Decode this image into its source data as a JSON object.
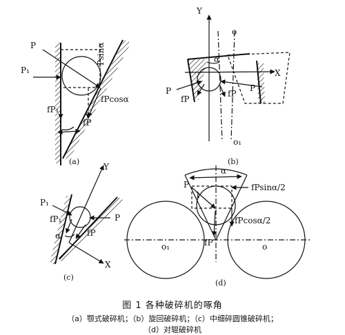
{
  "panels": {
    "a": {
      "tag": "(a)",
      "labels": {
        "p_left": "P",
        "p1": "P₁",
        "fp1": "fP₁",
        "psin": "Psinα",
        "fpcos": "fPcosα",
        "fp": "fP"
      }
    },
    "b": {
      "tag": "(b)",
      "labels": {
        "y": "Y",
        "x": "X",
        "o": "o",
        "o1": "o₁",
        "alpha": "α",
        "p_left": "P",
        "p_right": "P",
        "fp_left": "fP",
        "fp_mid": "fP"
      }
    },
    "c": {
      "tag": "(c)",
      "labels": {
        "y": "Y",
        "x": "X",
        "p1": "P₁",
        "p": "P",
        "fp1": "fP₁",
        "fp": "fP",
        "alpha": "α"
      }
    },
    "d": {
      "tag": "(d)",
      "labels": {
        "p": "P",
        "one": "1",
        "alpha": "α",
        "fpsin": "fPsinα/2",
        "fpcos": "fPcosα/2",
        "o1": "o₁",
        "o": "o",
        "fp": "fP"
      }
    }
  },
  "caption": {
    "title": "图   1   各种破碎机的啄角",
    "line1": "（a）颚式破碎机；（b）旋回破碎机；（c）中细碎圆锥破碎机；",
    "line2": "（d）对辊破碎机"
  }
}
